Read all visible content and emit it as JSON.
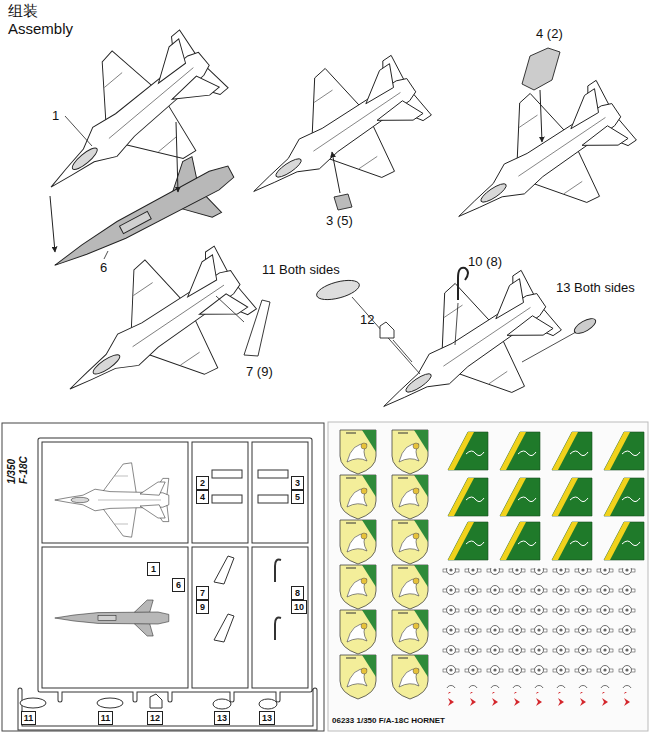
{
  "diagram": {
    "title": "组装 Assembly",
    "nodes": [
      {
        "text": [
          "2"
        ]
      },
      {
        "text": [
          "3"
        ]
      },
      {
        "text": [
          "4"
        ]
      },
      {
        "text": [
          "5"
        ]
      },
      {
        "text": [
          "1"
        ]
      },
      {
        "text": [
          "6"
        ]
      },
      {
        "text": [
          "7"
        ]
      },
      {
        "text": [
          "8"
        ]
      },
      {
        "text": [
          "9"
        ]
      },
      {
        "text": [
          "10"
        ]
      },
      {
        "text": [
          "11"
        ]
      },
      {
        "text": [
          "11"
        ]
      },
      {
        "text": [
          "12"
        ]
      },
      {
        "text": [
          "13"
        ]
      },
      {
        "text": [
          "13"
        ]
      }
    ],
    "edges": [],
    "labels": [
      "1",
      "6",
      "3 (5)",
      "4 (2)",
      "7 (9)",
      "11 Both sides",
      "10 (8)",
      "12",
      "13 Both sides",
      "1/350 F-18C",
      "06233 1/350 F/A-18C HORNET"
    ]
  }
}
